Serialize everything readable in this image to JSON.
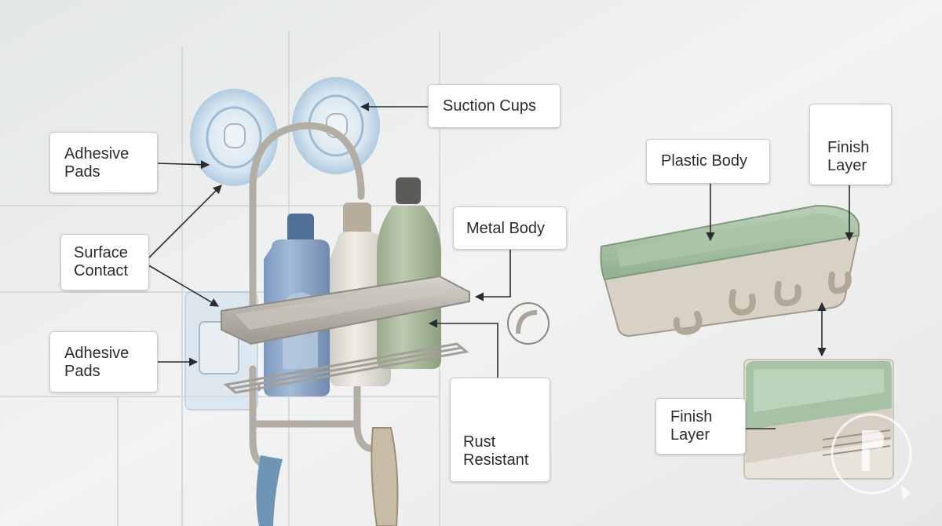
{
  "labels": {
    "adhesive_pads_top": [
      "Adhesive",
      "Pads"
    ],
    "suction_cups": "Suction Cups",
    "surface_contact": [
      "Surface",
      "Contact"
    ],
    "adhesive_pads_bottom": [
      "Adhesive",
      "Pads"
    ],
    "metal_body": "Metal Body",
    "rust_resistant": [
      "Rust",
      "Resistant"
    ],
    "plastic_body": "Plastic Body",
    "finish_layer_top": [
      "Finish",
      "Layer"
    ],
    "finish_layer_bottom": [
      "Finish",
      "Layer"
    ]
  },
  "colors": {
    "background": "#eceeee",
    "tile_grout": "#dcdfe0",
    "metal": "#b9b5ae",
    "plastic_green": "#a8c2a6",
    "plastic_beige": "#d9d2c7",
    "bottle_blue": "#8ea8c8",
    "bottle_white": "#e2e0d8",
    "bottle_green": "#a9b89c",
    "suction_blue": "#b9d3ea",
    "leader_line": "#2a2d30"
  },
  "icons": [
    "suction-cup-icon",
    "layer-stack-icon",
    "metal-disc-icon",
    "watermark-logo-icon"
  ]
}
